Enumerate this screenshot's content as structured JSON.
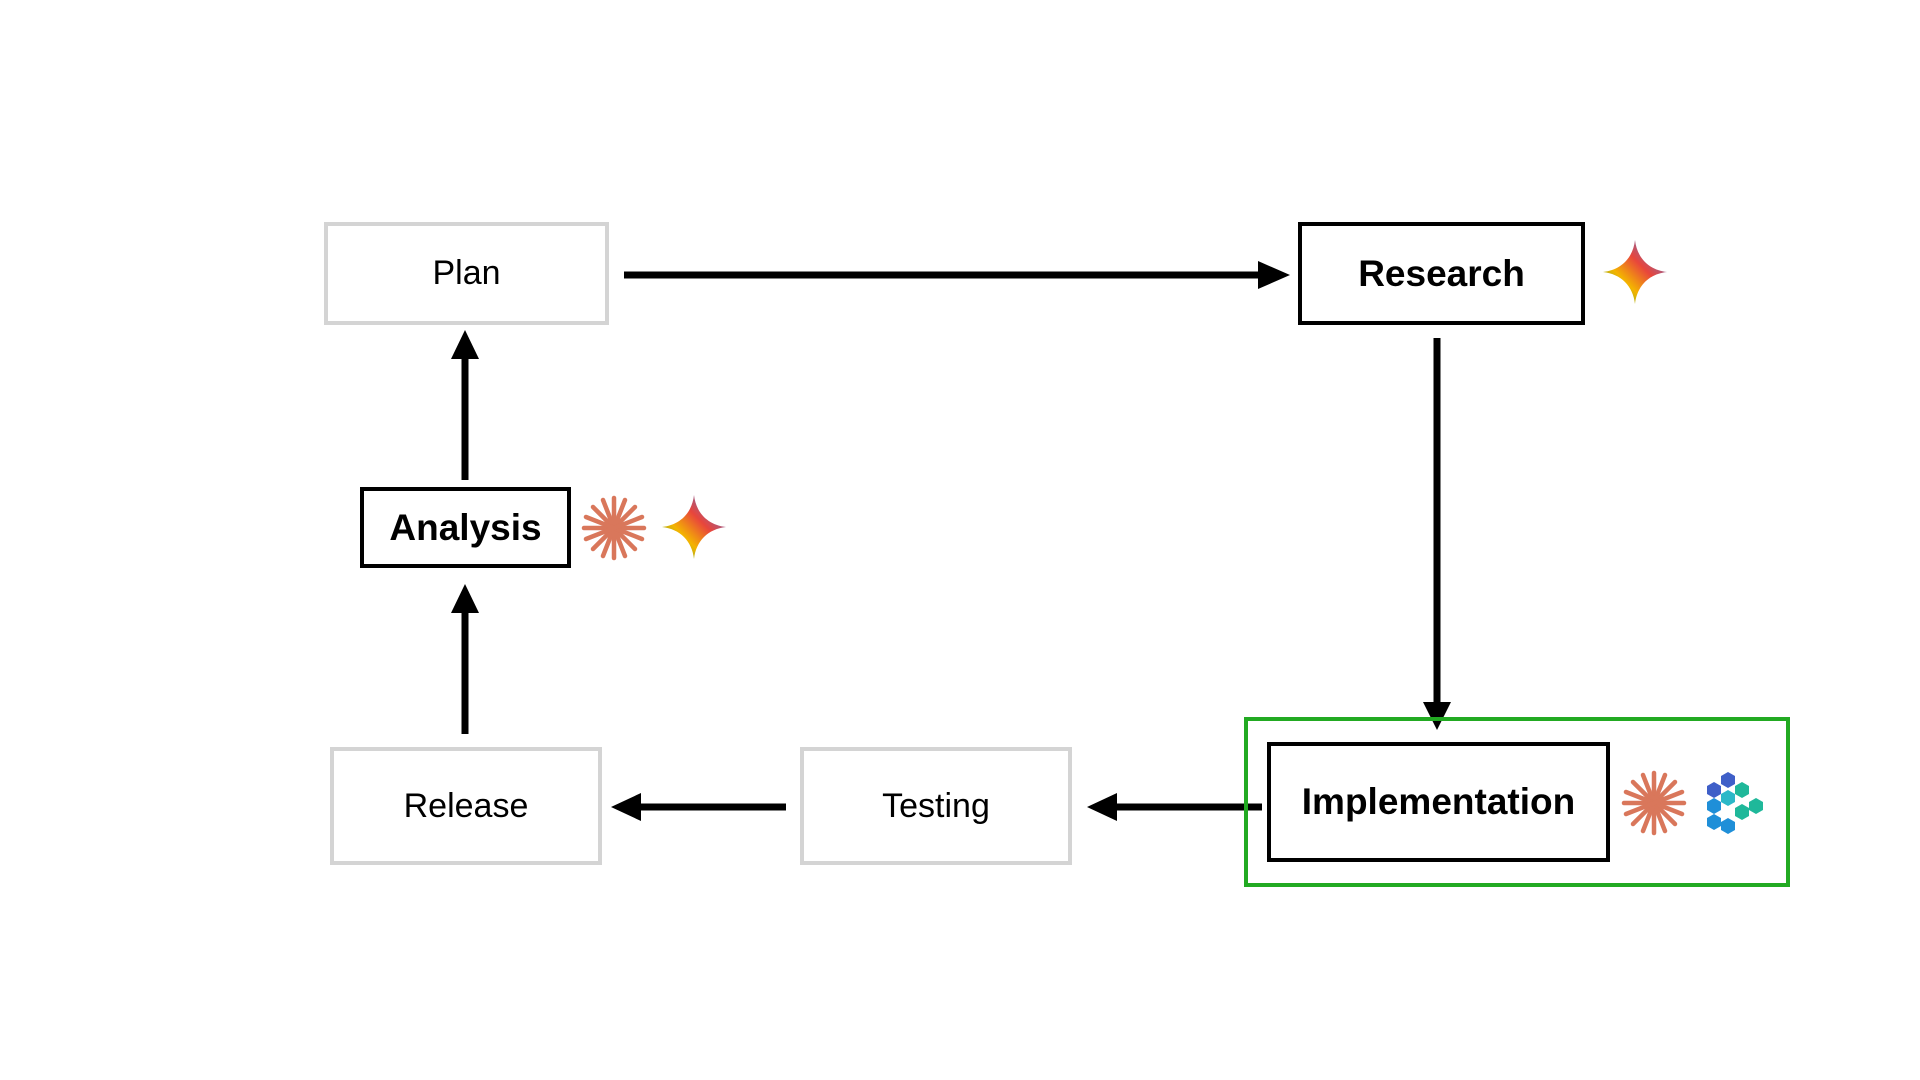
{
  "nodes": {
    "plan": "Plan",
    "research": "Research",
    "analysis": "Analysis",
    "release": "Release",
    "testing": "Testing",
    "implementation": "Implementation"
  },
  "icons": {
    "research": [
      "gemini-sparkle-icon"
    ],
    "analysis": [
      "claude-asterisk-icon",
      "gemini-sparkle-icon"
    ],
    "implementation": [
      "claude-asterisk-icon",
      "hexagon-cluster-icon"
    ]
  },
  "colors": {
    "active_border": "#000000",
    "muted_border": "#d4d4d4",
    "highlight_border": "#22aa22",
    "arrow": "#000000",
    "claude_icon": "#d9775b"
  }
}
